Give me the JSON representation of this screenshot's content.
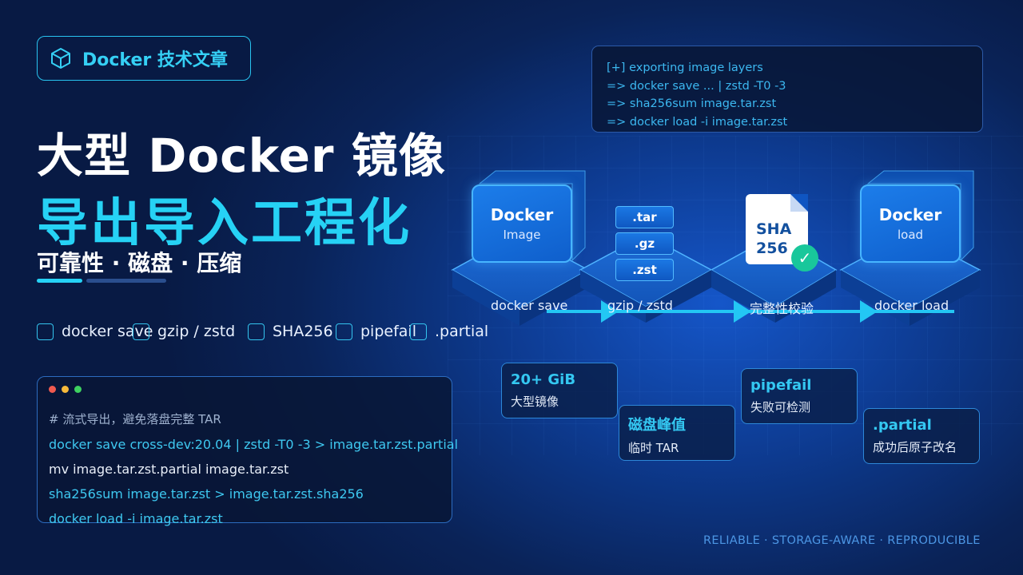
{
  "badge": {
    "icon": "cube-icon",
    "label": "Docker 技术文章"
  },
  "title": {
    "line1": "大型 Docker 镜像",
    "line2": "导出导入工程化",
    "subtitle": "可靠性 · 磁盘 · 压缩"
  },
  "tags": [
    {
      "label": "docker save",
      "icon": "checkbox-icon"
    },
    {
      "label": "gzip / zstd",
      "icon": "checkbox-icon"
    },
    {
      "label": "SHA256",
      "icon": "checkbox-icon"
    },
    {
      "label": "pipefail",
      "icon": "checkbox-icon"
    },
    {
      "label": ".partial",
      "icon": "checkbox-icon"
    }
  ],
  "code_window": {
    "lines": [
      "# 流式导出，避免落盘完整 TAR",
      "docker save cross-dev:20.04 | zstd -T0 -3 > image.tar.zst.partial",
      "mv image.tar.zst.partial image.tar.zst",
      "sha256sum image.tar.zst > image.tar.zst.sha256",
      "docker load -i image.tar.zst"
    ]
  },
  "terminal": {
    "lines": [
      "[+] exporting image layers",
      "=> docker save ... | zstd -T0 -3",
      "=> sha256sum image.tar.zst",
      "=> docker load -i image.tar.zst"
    ]
  },
  "pipeline": {
    "stage1": {
      "title": "Docker",
      "sub": "Image",
      "label": "docker save"
    },
    "stage2": {
      "chips": [
        ".tar",
        ".gz",
        ".zst"
      ],
      "label": "gzip / zstd"
    },
    "stage3": {
      "doc_line1": "SHA",
      "doc_line2": "256",
      "check": "✓",
      "label": "完整性校验"
    },
    "stage4": {
      "title": "Docker",
      "sub": "load",
      "label": "docker load"
    }
  },
  "info_cards": [
    {
      "title": "20+ GiB",
      "sub": "大型镜像"
    },
    {
      "title": "磁盘峰值",
      "sub": "临时 TAR"
    },
    {
      "title": "pipefail",
      "sub": "失败可检测"
    },
    {
      "title": ".partial",
      "sub": "成功后原子改名"
    }
  ],
  "footer": "RELIABLE · STORAGE-AWARE · REPRODUCIBLE",
  "colors": {
    "accent": "#26d2f5",
    "background": "#0a2358",
    "success": "#19c79b"
  }
}
